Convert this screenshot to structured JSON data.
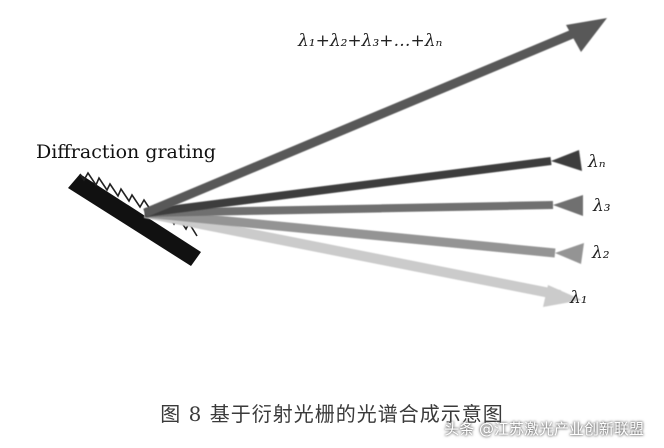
{
  "diagram": {
    "grating_label": "Diffraction grating",
    "sum_label": "λ₁+λ₂+λ₃+…+λₙ",
    "beams": [
      {
        "id": "beam-lambda-n",
        "label": "λₙ",
        "color": "#3e3e3e"
      },
      {
        "id": "beam-lambda-3",
        "label": "λ₃",
        "color": "#707070"
      },
      {
        "id": "beam-lambda-2",
        "label": "λ₂",
        "color": "#949494"
      },
      {
        "id": "beam-lambda-1",
        "label": "λ₁",
        "color": "#cbcbcb"
      }
    ],
    "combined_beam_color": "#585858",
    "grating_color": "#111111"
  },
  "caption": "图 8  基于衍射光栅的光谱合成示意图",
  "watermark": "头条 @江苏激光产业创新联盟"
}
